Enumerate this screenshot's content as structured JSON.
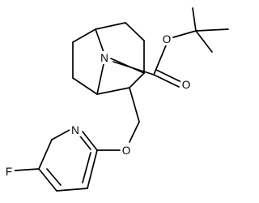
{
  "atoms": {
    "n_bridge": "N",
    "o_ester": "O",
    "o_carbonyl": "O",
    "o_ether": "O",
    "n_pyridine": "N",
    "f": "F"
  }
}
